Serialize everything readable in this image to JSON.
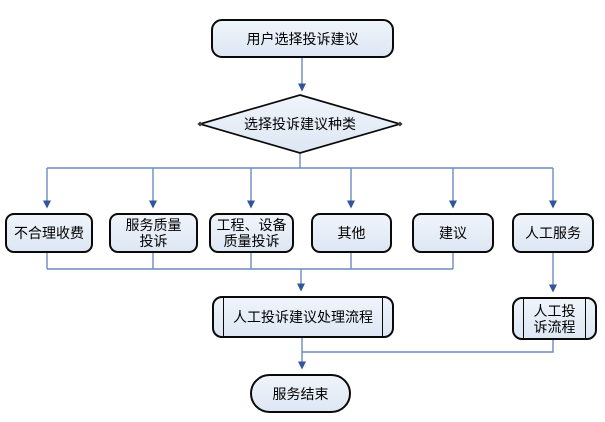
{
  "diagram": {
    "type": "flowchart",
    "language": "zh-CN",
    "colors": {
      "background": "#ffffff",
      "shape_fill_top": "#f0f4fb",
      "shape_fill_bottom": "#dde7f3",
      "shape_border": "#0a0a0a",
      "connector": "#6b8cbe",
      "arrowhead": "#31549b",
      "text": "#000000"
    },
    "nodes": {
      "start": {
        "type": "terminator",
        "label": "用户选择投诉建议"
      },
      "decision": {
        "type": "decision",
        "label": "选择投诉建议种类"
      },
      "unreasonable_fee": {
        "type": "process",
        "label": "不合理收费"
      },
      "service_quality_complaint": {
        "type": "process",
        "label": "服务质量\n投诉"
      },
      "engineering_equipment_quality_complaint": {
        "type": "process",
        "label": "工程、设备\n质量投诉"
      },
      "other": {
        "type": "process",
        "label": "其他"
      },
      "suggestion": {
        "type": "process",
        "label": "建议"
      },
      "manual_service": {
        "type": "process",
        "label": "人工服务"
      },
      "manual_complaint_suggestion_process": {
        "type": "predefined-process",
        "label": "人工投诉建议处理流程"
      },
      "manual_complaint_process": {
        "type": "predefined-process",
        "label": "人工投\n诉流程"
      },
      "end": {
        "type": "terminator",
        "label": "服务结束"
      }
    },
    "edges": [
      {
        "from": "start",
        "to": "decision"
      },
      {
        "from": "decision",
        "to": "unreasonable_fee"
      },
      {
        "from": "decision",
        "to": "service_quality_complaint"
      },
      {
        "from": "decision",
        "to": "engineering_equipment_quality_complaint"
      },
      {
        "from": "decision",
        "to": "other"
      },
      {
        "from": "decision",
        "to": "suggestion"
      },
      {
        "from": "decision",
        "to": "manual_service"
      },
      {
        "from": "unreasonable_fee",
        "to": "manual_complaint_suggestion_process"
      },
      {
        "from": "service_quality_complaint",
        "to": "manual_complaint_suggestion_process"
      },
      {
        "from": "engineering_equipment_quality_complaint",
        "to": "manual_complaint_suggestion_process"
      },
      {
        "from": "other",
        "to": "manual_complaint_suggestion_process"
      },
      {
        "from": "suggestion",
        "to": "manual_complaint_suggestion_process"
      },
      {
        "from": "manual_service",
        "to": "manual_complaint_process"
      },
      {
        "from": "manual_complaint_suggestion_process",
        "to": "end"
      },
      {
        "from": "manual_complaint_process",
        "to": "end"
      }
    ]
  }
}
